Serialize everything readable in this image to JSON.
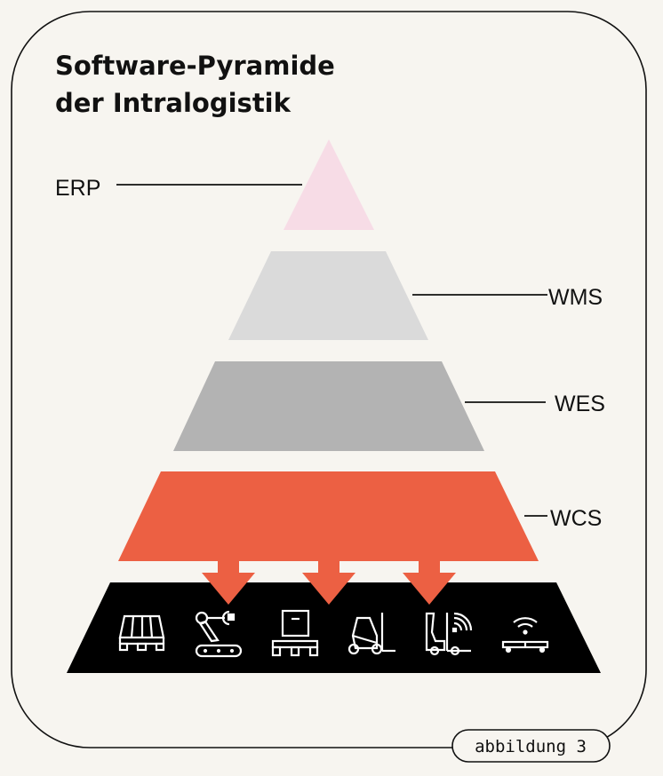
{
  "title": {
    "line1": "Software-Pyramide",
    "line2": "der Intralogistik"
  },
  "layers": [
    {
      "label": "ERP",
      "color": "#f7dce6"
    },
    {
      "label": "WMS",
      "color": "#dadada"
    },
    {
      "label": "WES",
      "color": "#b3b3b3"
    },
    {
      "label": "WCS",
      "color": "#ec6043"
    },
    {
      "label": "",
      "color": "#000000"
    }
  ],
  "icons": [
    "pallet-rack-icon",
    "robot-arm-conveyor-icon",
    "box-on-pallet-icon",
    "forklift-icon",
    "connected-forklift-icon",
    "wifi-agv-icon"
  ],
  "caption": "abbildung 3"
}
